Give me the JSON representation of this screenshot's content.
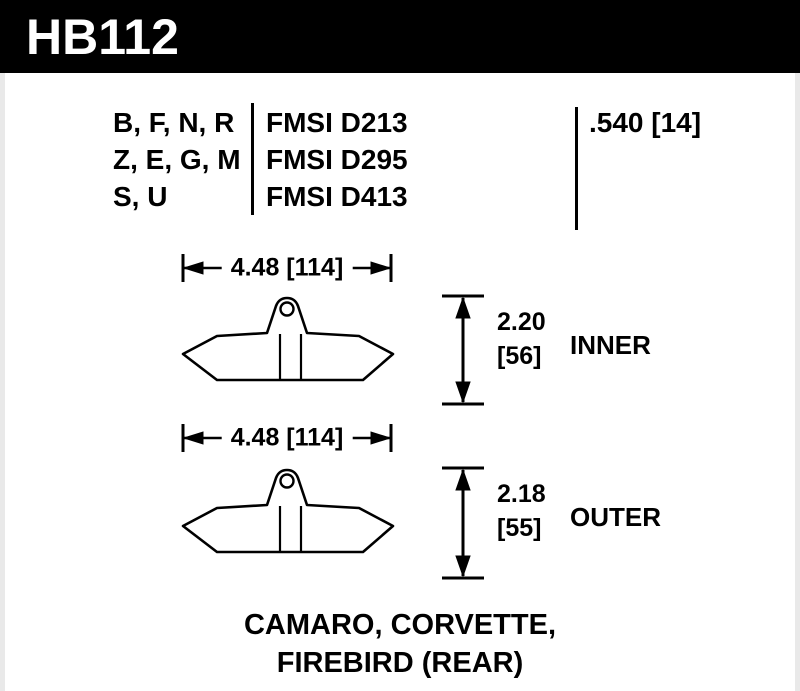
{
  "colors": {
    "bar_bg": "#000000",
    "bar_fg": "#ffffff",
    "line": "#000000",
    "page_bg": "#ffffff"
  },
  "header": {
    "part_number": "HB112"
  },
  "spec_table": {
    "compound_rows": [
      "B, F, N, R",
      "Z, E, G, M",
      "S, U"
    ],
    "fmsi_rows": [
      "FMSI D213",
      "FMSI D295",
      "FMSI D413"
    ],
    "pad_thickness": ".540 [14]"
  },
  "dimensions": {
    "inner": {
      "width_label": "4.48 [114]",
      "height_value": "2.20",
      "height_mm": "[56]",
      "position_label": "INNER"
    },
    "outer": {
      "width_label": "4.48 [114]",
      "height_value": "2.18",
      "height_mm": "[55]",
      "position_label": "OUTER"
    }
  },
  "application": {
    "line1": "CAMARO, CORVETTE,",
    "line2": "FIREBIRD (REAR)"
  }
}
